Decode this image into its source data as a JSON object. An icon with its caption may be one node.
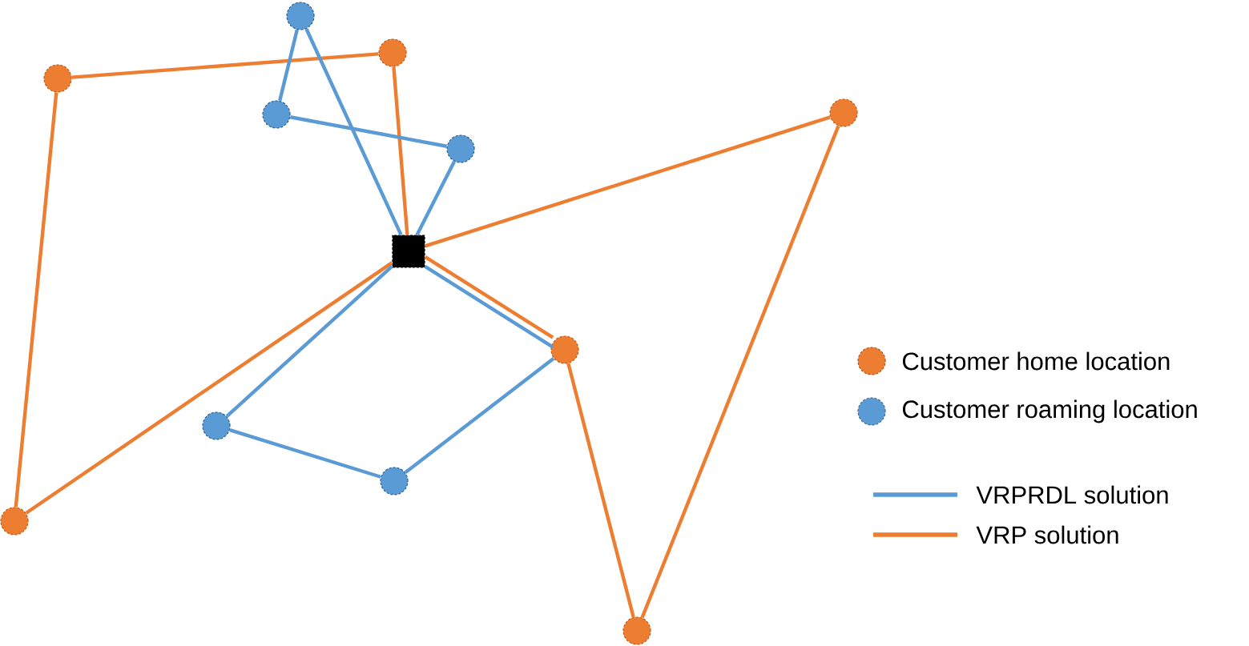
{
  "diagram": {
    "nodes": [
      {
        "text": [],
        "shape": "box"
      },
      {
        "text": [],
        "shape": "circle"
      },
      {
        "text": [],
        "shape": "circle"
      },
      {
        "text": [],
        "shape": "circle"
      },
      {
        "text": [],
        "shape": "circle"
      },
      {
        "text": [],
        "shape": "circle"
      },
      {
        "text": [],
        "shape": "circle"
      },
      {
        "text": [],
        "shape": "circle"
      },
      {
        "text": [],
        "shape": "circle"
      },
      {
        "text": [],
        "shape": "circle"
      },
      {
        "text": [],
        "shape": "circle"
      },
      {
        "text": [],
        "shape": "circle"
      }
    ],
    "edges": [
      {
        "from": 0,
        "to": 2,
        "arrow": "none"
      },
      {
        "from": 2,
        "to": 1,
        "arrow": "none"
      },
      {
        "from": 1,
        "to": 6,
        "arrow": "none"
      },
      {
        "from": 6,
        "to": 0,
        "arrow": "none"
      },
      {
        "from": 0,
        "to": 3,
        "arrow": "none"
      },
      {
        "from": 3,
        "to": 5,
        "arrow": "none"
      },
      {
        "from": 5,
        "to": 4,
        "arrow": "none"
      },
      {
        "from": 4,
        "to": 0,
        "arrow": "none"
      },
      {
        "from": 0,
        "to": 7,
        "arrow": "none",
        "color": "#5b9bd5"
      },
      {
        "from": 7,
        "to": 8,
        "arrow": "none",
        "color": "#5b9bd5"
      },
      {
        "from": 8,
        "to": 9,
        "arrow": "none",
        "color": "#5b9bd5"
      },
      {
        "from": 9,
        "to": 0,
        "arrow": "none",
        "color": "#5b9bd5"
      },
      {
        "from": 0,
        "to": 10,
        "arrow": "none",
        "color": "#5b9bd5"
      },
      {
        "from": 10,
        "to": 11,
        "arrow": "none",
        "color": "#5b9bd5"
      },
      {
        "from": 11,
        "to": 4,
        "arrow": "none",
        "color": "#5b9bd5"
      },
      {
        "from": 4,
        "to": 0,
        "arrow": "none",
        "color": "#5b9bd5"
      }
    ],
    "legend": [
      {
        "text": "Customer home location",
        "color": "#ed7d31"
      },
      {
        "text": "Customer roaming location",
        "color": "#5b9bd5"
      },
      {
        "text": "VRPRDL solution"
      },
      {
        "text": "VRP solution"
      }
    ]
  }
}
